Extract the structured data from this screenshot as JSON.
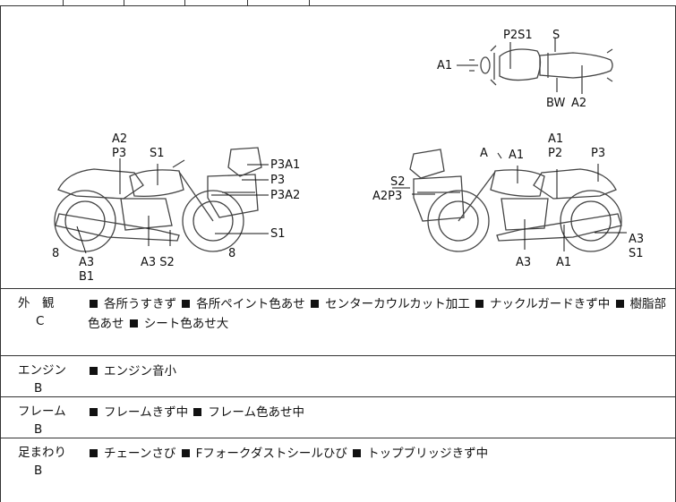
{
  "diagram": {
    "top_view_labels": {
      "p2s1": "P2S1",
      "s": "S",
      "a1": "A1",
      "bw": "BW",
      "a2": "A2"
    },
    "left_view_labels": {
      "a2": "A2",
      "p3": "P3",
      "s1": "S1",
      "p3a1": "P3A1",
      "p3b": "P3",
      "p3a2": "P3A2",
      "s1b": "S1",
      "n8a": "8",
      "a3": "A3",
      "b1": "B1",
      "a3s2": "A3 S2",
      "n8b": "8"
    },
    "right_view_labels": {
      "a_top": "A",
      "a1a": "A1",
      "a1b": "A1",
      "p2": "P2",
      "p3": "P3",
      "s2": "S2",
      "a2p3": "A2P3",
      "a3": "A3",
      "a1c": "A1",
      "a3b": "A3",
      "s1": "S1"
    }
  },
  "rows": [
    {
      "category": "外　観",
      "grade": "C",
      "items": [
        "各所うすきず",
        "各所ペイント色あせ",
        "センターカウルカット加工",
        "ナックルガードきず中",
        "樹脂部色あせ",
        "シート色あせ大"
      ]
    },
    {
      "category": "エンジン",
      "grade": "B",
      "items": [
        "エンジン音小"
      ]
    },
    {
      "category": "フレーム",
      "grade": "B",
      "items": [
        "フレームきず中",
        "フレーム色あせ中"
      ]
    },
    {
      "category": "足まわり",
      "grade": "B",
      "items": [
        "チェーンさび",
        "Fフォークダストシールひび",
        "トップブリッジきず中"
      ]
    }
  ],
  "colors": {
    "line": "#333333",
    "text": "#111111",
    "bullet": "#111111",
    "bike": "#444444"
  }
}
